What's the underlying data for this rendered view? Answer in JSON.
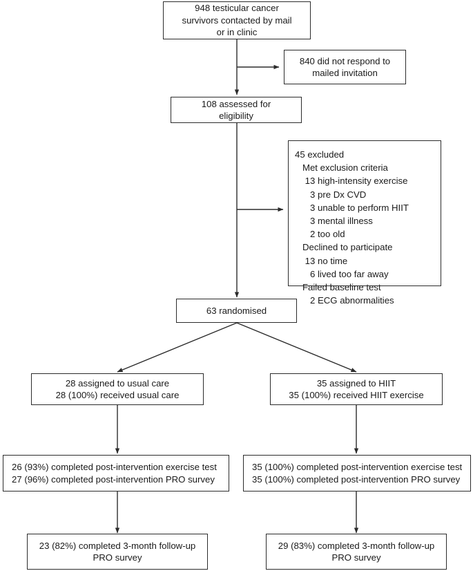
{
  "diagram": {
    "type": "consort-flow-diagram",
    "title": "",
    "stroke_color": "#2b2b2b",
    "background": "#ffffff",
    "nodes": {
      "contacted": {
        "label": "contacted-survivors",
        "lines": [
          "948 testicular cancer",
          "survivors contacted by mail",
          "or in clinic"
        ],
        "count": 948
      },
      "no_response": {
        "label": "did-not-respond",
        "lines": [
          "840 did not respond to",
          "mailed invitation"
        ],
        "count": 840
      },
      "assessed": {
        "label": "assessed-for-eligibility",
        "lines": [
          "108 assessed for",
          "eligibility"
        ],
        "count": 108
      },
      "excluded": {
        "label": "excluded",
        "count": 45,
        "lines": [
          "45 excluded",
          "   Met exclusion criteria",
          "    13 high-intensity exercise",
          "      3 pre Dx CVD",
          "      3 unable to perform HIIT",
          "      3 mental illness",
          "      2 too old",
          "   Declined to participate",
          "    13 no time",
          "      6 lived too far away",
          "   Failed baseline test",
          "      2 ECG abnormalities"
        ],
        "breakdown": [
          {
            "group": "Met exclusion criteria",
            "items": [
              {
                "n": 13,
                "reason": "high-intensity exercise"
              },
              {
                "n": 3,
                "reason": "pre Dx CVD"
              },
              {
                "n": 3,
                "reason": "unable to perform HIIT"
              },
              {
                "n": 3,
                "reason": "mental illness"
              },
              {
                "n": 2,
                "reason": "too old"
              }
            ]
          },
          {
            "group": "Declined to participate",
            "items": [
              {
                "n": 13,
                "reason": "no time"
              },
              {
                "n": 6,
                "reason": "lived too far away"
              }
            ]
          },
          {
            "group": "Failed baseline test",
            "items": [
              {
                "n": 2,
                "reason": "ECG abnormalities"
              }
            ]
          }
        ]
      },
      "randomised": {
        "label": "randomised",
        "lines": [
          "63 randomised"
        ],
        "count": 63
      },
      "usual_care_assigned": {
        "label": "assigned-usual-care",
        "lines": [
          "28 assigned to usual care",
          "28 (100%) received usual care"
        ],
        "assigned": 28,
        "received": 28,
        "received_pct": "100%"
      },
      "hiit_assigned": {
        "label": "assigned-hiit",
        "lines": [
          "35 assigned to HIIT",
          "35 (100%) received HIIT exercise"
        ],
        "assigned": 35,
        "received": 35,
        "received_pct": "100%"
      },
      "usual_care_post": {
        "label": "usual-care-post-intervention",
        "lines": [
          "26 (93%) completed post-intervention exercise test",
          "27 (96%) completed post-intervention PRO survey"
        ],
        "exercise_test": {
          "n": 26,
          "pct": "93%"
        },
        "pro_survey": {
          "n": 27,
          "pct": "96%"
        }
      },
      "hiit_post": {
        "label": "hiit-post-intervention",
        "lines": [
          "35 (100%) completed post-intervention exercise test",
          "35 (100%) completed post-intervention PRO survey"
        ],
        "exercise_test": {
          "n": 35,
          "pct": "100%"
        },
        "pro_survey": {
          "n": 35,
          "pct": "100%"
        }
      },
      "usual_care_followup": {
        "label": "usual-care-3-month-followup",
        "lines": [
          "23 (82%) completed 3-month follow-up",
          "PRO survey"
        ],
        "n": 23,
        "pct": "82%"
      },
      "hiit_followup": {
        "label": "hiit-3-month-followup",
        "lines": [
          "29 (83%) completed 3-month follow-up",
          "PRO survey"
        ],
        "n": 29,
        "pct": "83%"
      }
    }
  }
}
